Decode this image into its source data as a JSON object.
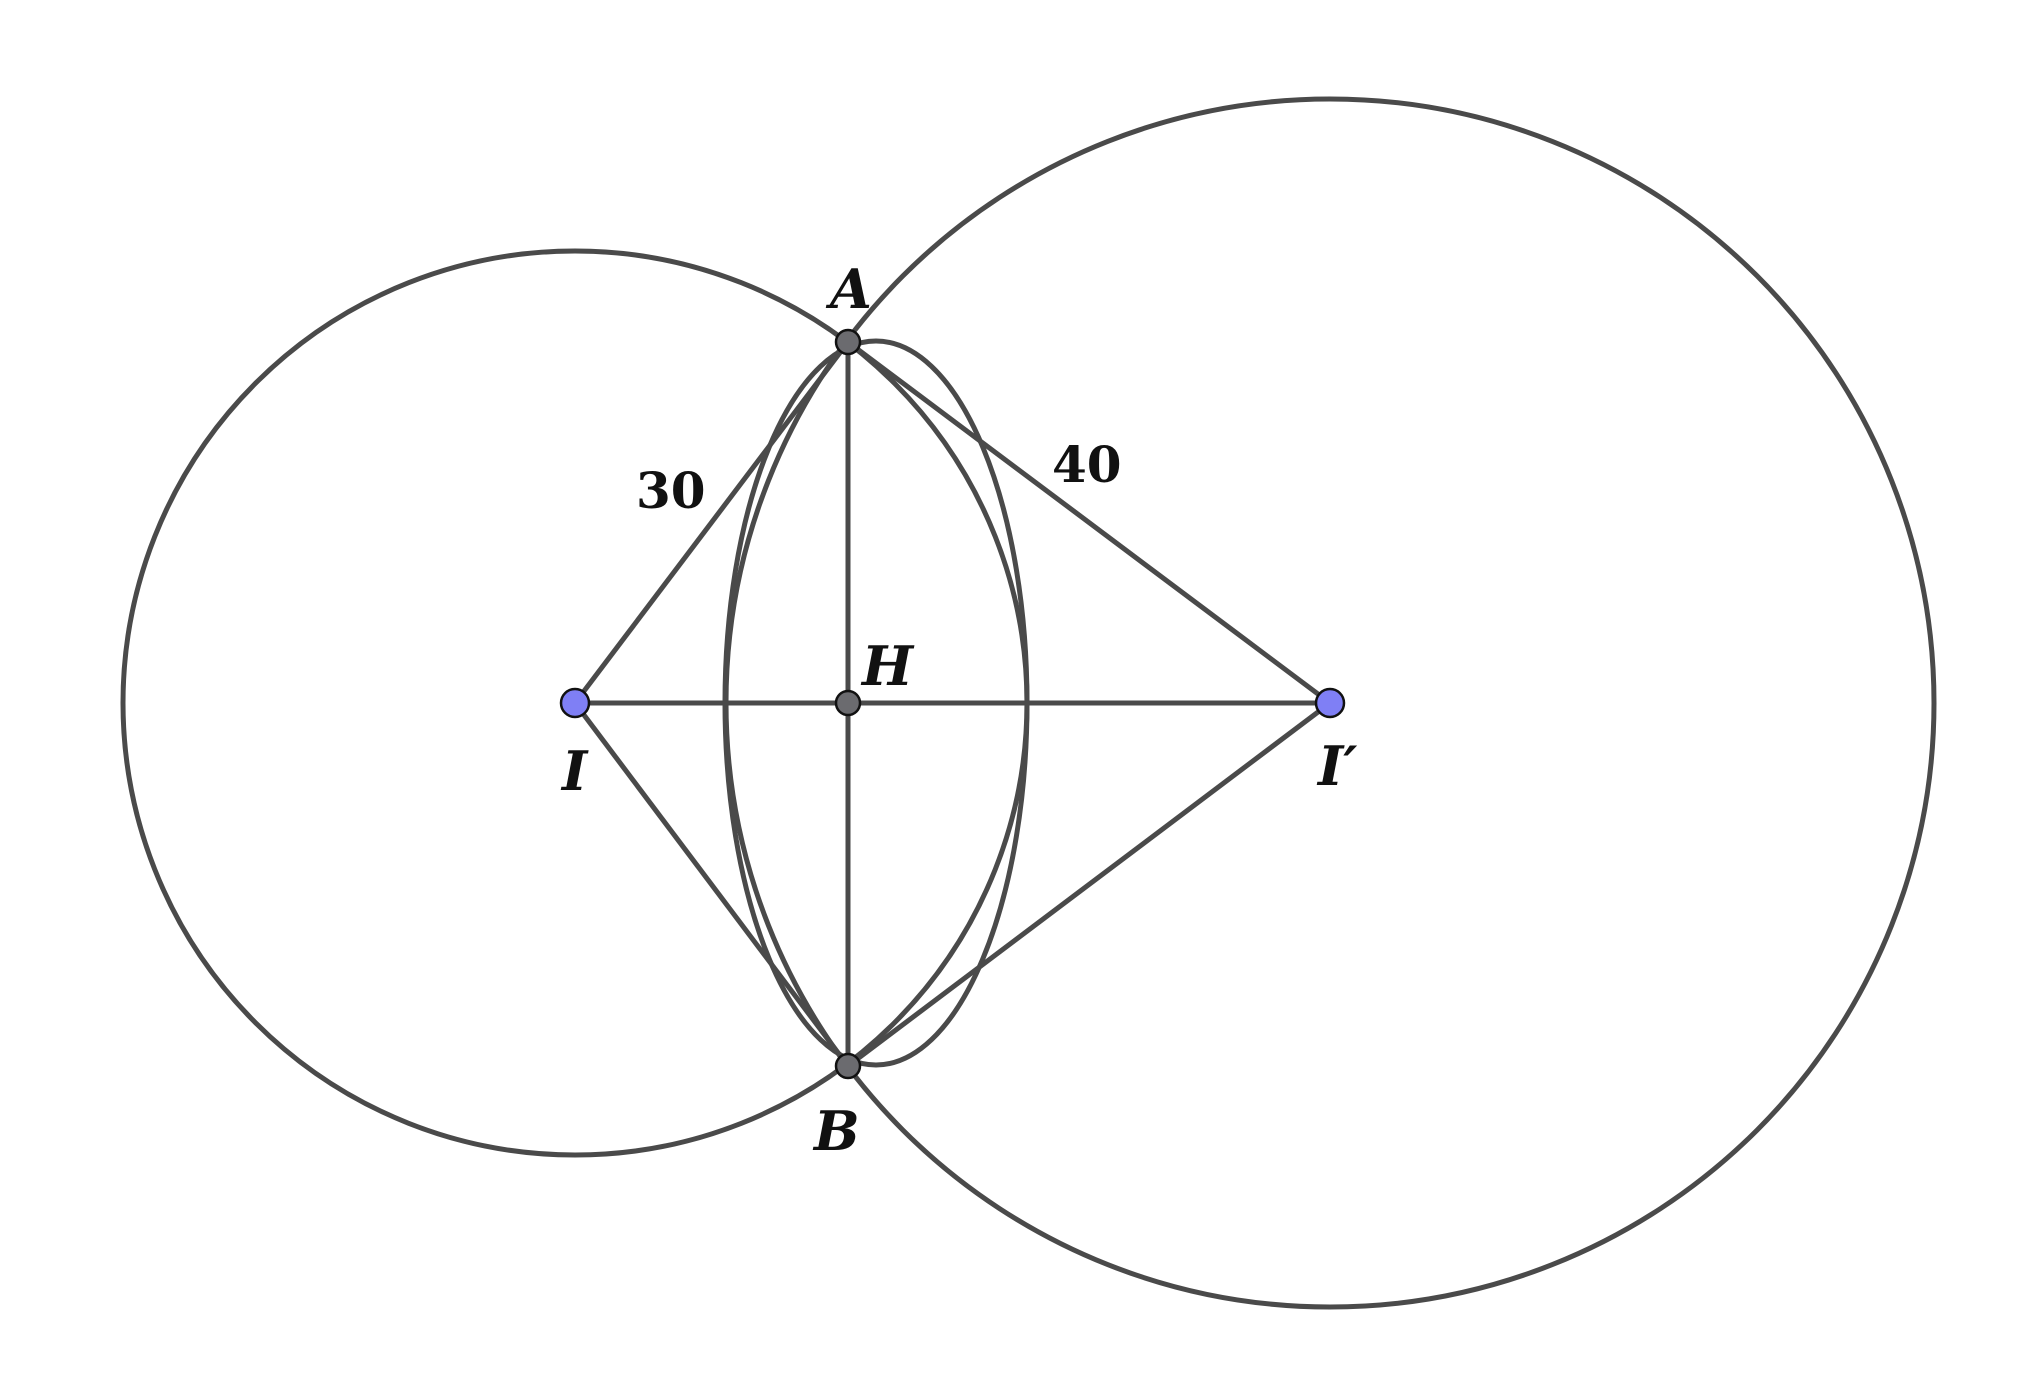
{
  "diagram": {
    "points": {
      "A": "A",
      "B": "B",
      "H": "H",
      "I": "I",
      "I_prime": "I′"
    },
    "segment_labels": {
      "IA": "30",
      "AI_prime": "40"
    },
    "colors": {
      "line": "#4a4a4a",
      "center_point_fill": "#7f7ff5",
      "other_point_fill": "#6b6b6f"
    }
  }
}
